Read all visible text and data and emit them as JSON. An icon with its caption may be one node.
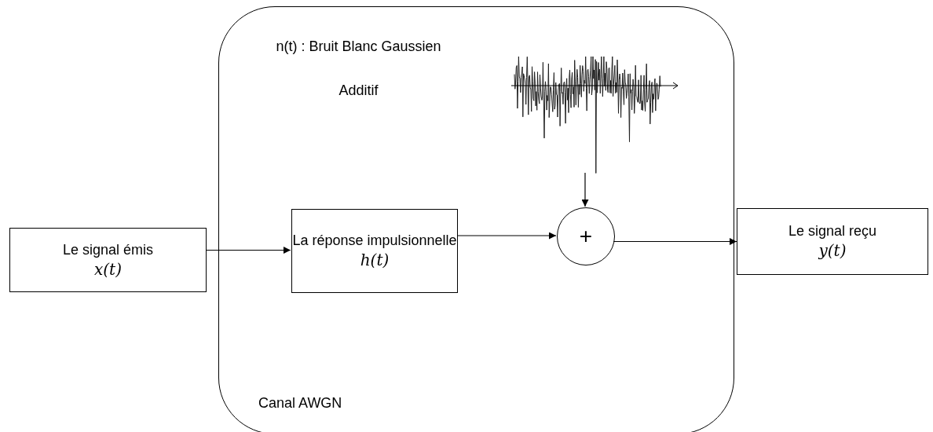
{
  "diagram": {
    "nodes": [
      {
        "text": [
          "n(t) : Bruit Blanc Gaussien Additif",
          "Canal AWGN"
        ]
      },
      {
        "text": [
          "Le signal émis",
          "x(t)"
        ]
      },
      {
        "text": [
          "La réponse impulsionnelle",
          "h(t)"
        ],
        "in": 0
      },
      {
        "text": [],
        "shape": "picture",
        "in": 0
      },
      {
        "text": [
          "+"
        ],
        "in": 0
      },
      {
        "text": [
          "Le signal reçu",
          "y(t)"
        ]
      }
    ],
    "edges": [
      {
        "from": 1,
        "to": 2,
        "arrow": "to"
      },
      {
        "from": 2,
        "to": 4,
        "arrow": "to"
      },
      {
        "from": 3,
        "to": 4,
        "arrow": "to"
      },
      {
        "from": 4,
        "to": 5,
        "arrow": "to"
      }
    ]
  }
}
